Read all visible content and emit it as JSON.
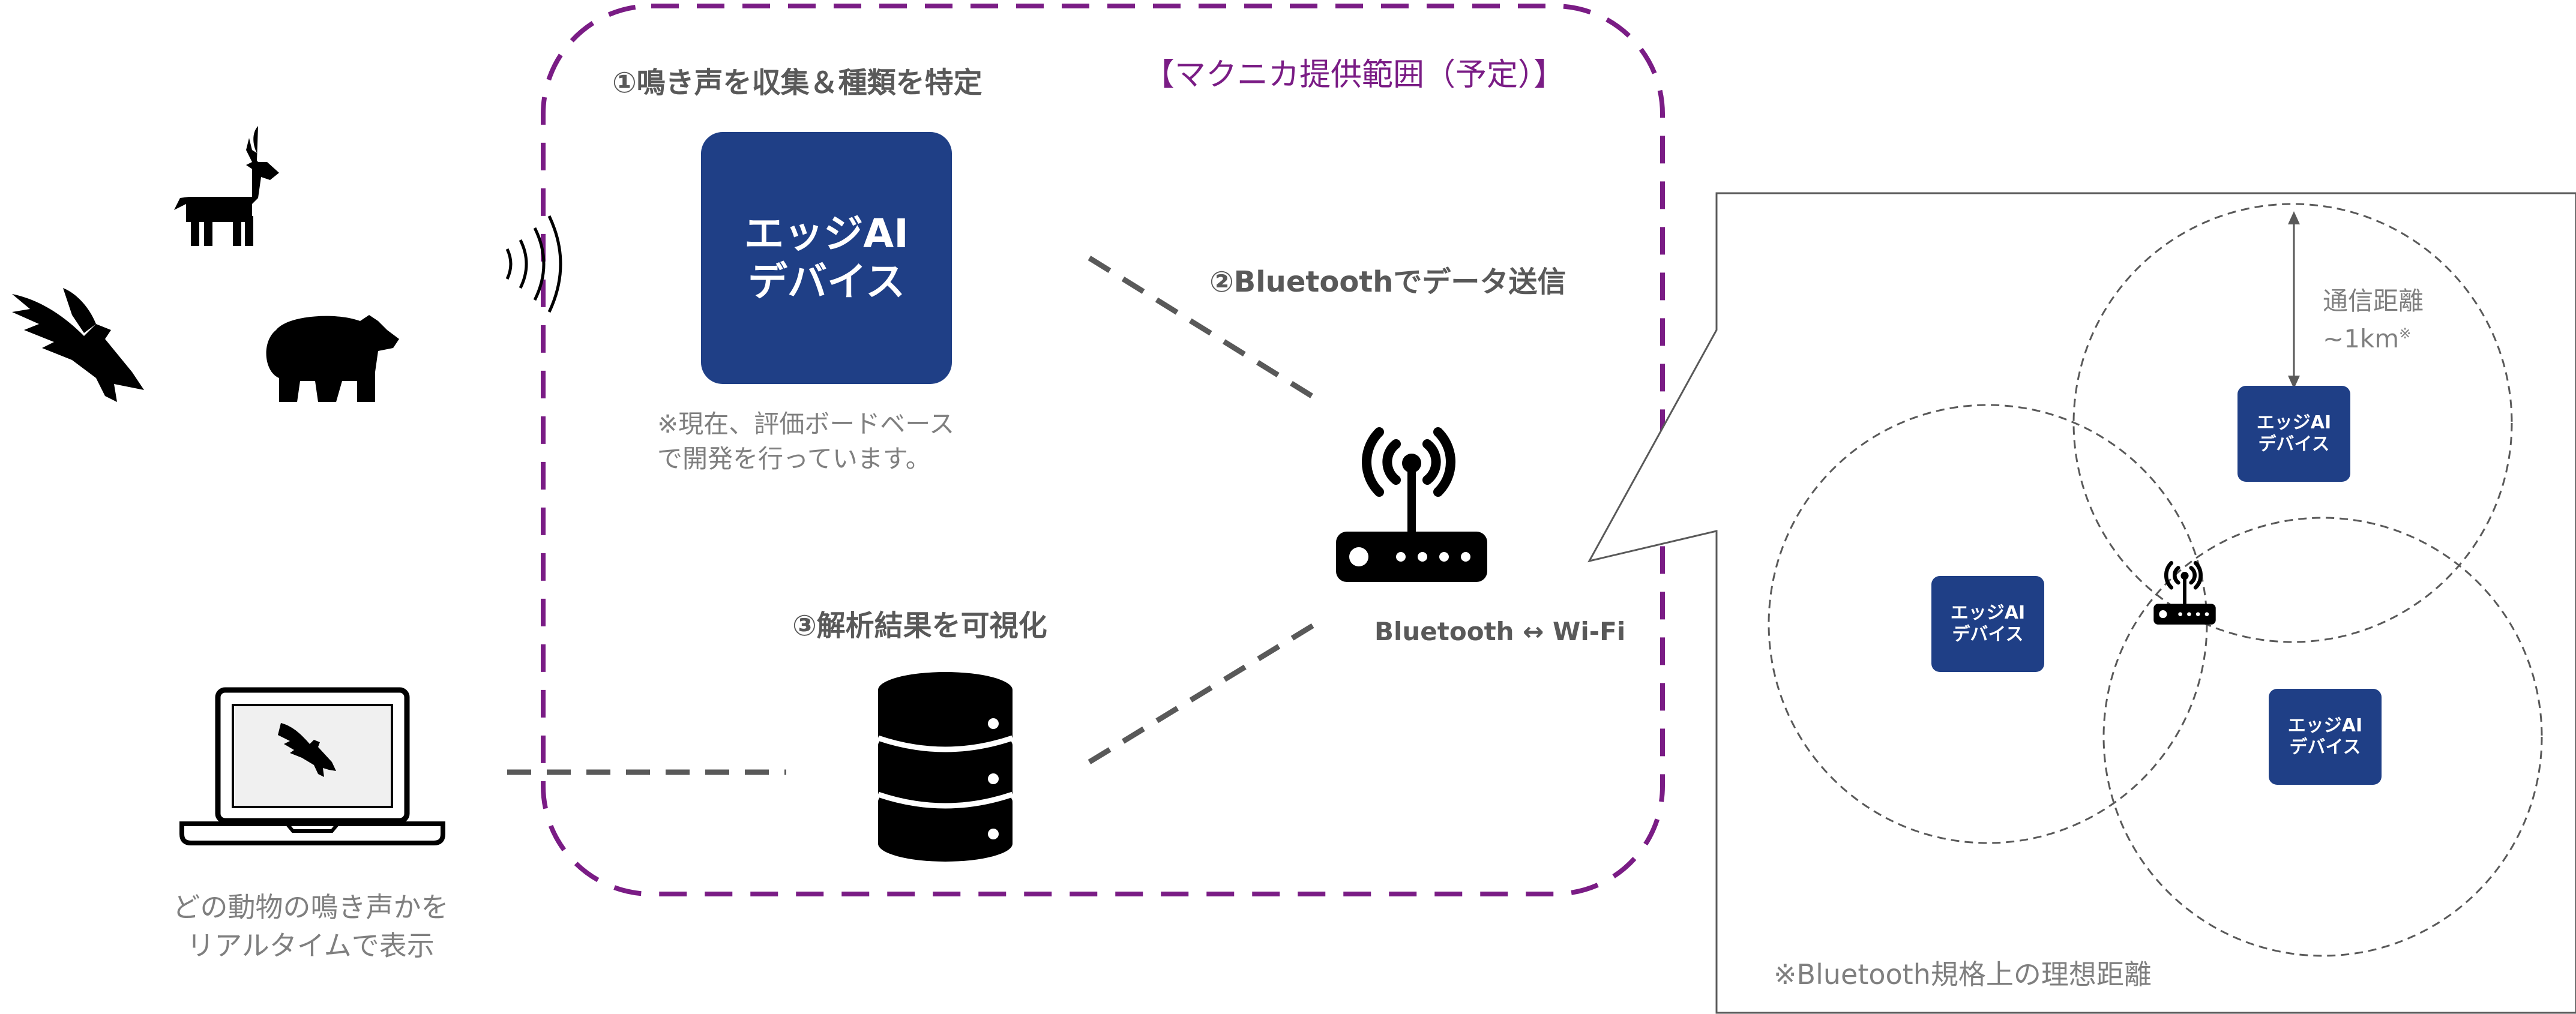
{
  "steps": {
    "collect": "①鳴き声を収集＆種類を特定",
    "send": "②Bluetoothでデータ送信",
    "visualize": "③解析結果を可視化"
  },
  "scope_label": "【マクニカ提供範囲（予定）】",
  "edge_device": {
    "line1": "エッジAI",
    "line2": "デバイス"
  },
  "board_note": {
    "line1": "※現在、評価ボードベース",
    "line2": "で開発を行っています。"
  },
  "router_label": "Bluetooth ↔ Wi-Fi",
  "laptop_caption": {
    "line1": "どの動物の鳴き声かを",
    "line2": "リアルタイムで表示"
  },
  "range_panel": {
    "distance_label": "通信距離",
    "distance_value": "~1km",
    "distance_mark": "※",
    "device_line1": "エッジAI",
    "device_line2": "デバイス",
    "footnote": "※Bluetooth規格上の理想距離"
  },
  "colors": {
    "scope_border": "#7a1c85",
    "device_fill": "#1f3f86",
    "dashed_line": "#595959",
    "text_gray": "#7f7f7f"
  },
  "icons": [
    "deer-icon",
    "eagle-icon",
    "bear-icon",
    "sound-wave-icon",
    "wifi-router-icon",
    "database-icon",
    "laptop-icon"
  ]
}
